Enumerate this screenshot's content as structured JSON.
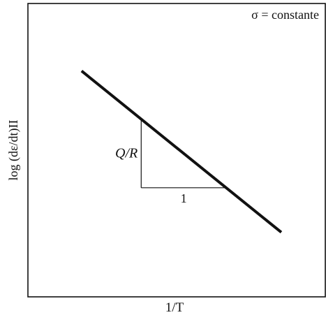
{
  "chart_data": {
    "type": "line",
    "annotation": "σ = constante",
    "xlabel": "1/T",
    "ylabel": "log (dε/dt)II",
    "xlim": [
      0,
      1
    ],
    "ylim": [
      0,
      1
    ],
    "grid": false,
    "series": [
      {
        "x": [
          0.18,
          0.85
        ],
        "y": [
          0.77,
          0.22
        ]
      }
    ],
    "slope_triangle": {
      "x_start": 0.38,
      "x_end": 0.665,
      "horizontal_label": "1",
      "vertical_label": "Q/R"
    }
  },
  "colors": {
    "ink": "#111111",
    "background": "#ffffff"
  }
}
